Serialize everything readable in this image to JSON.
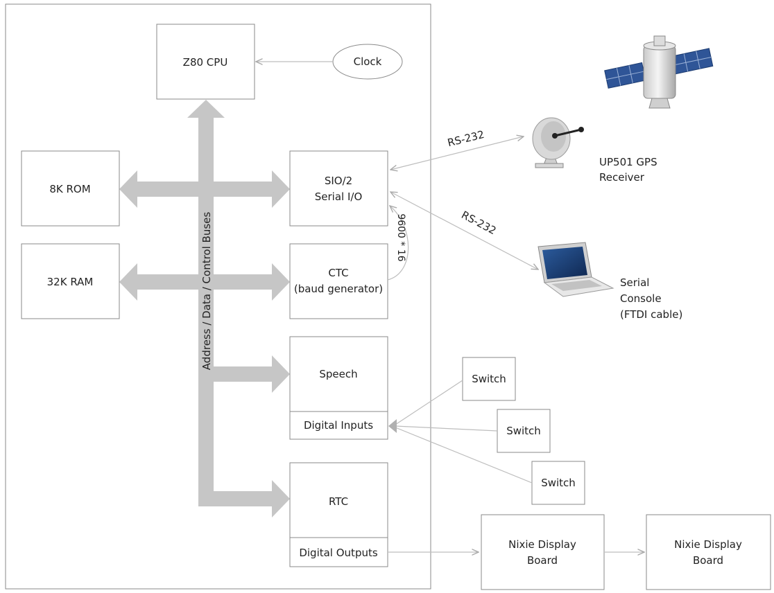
{
  "nodes": {
    "cpu": "Z80 CPU",
    "clock": "Clock",
    "rom": "8K ROM",
    "ram": "32K RAM",
    "sio_line1": "SIO/2",
    "sio_line2": "Serial I/O",
    "ctc_line1": "CTC",
    "ctc_line2": "(baud generator)",
    "speech": "Speech",
    "digital_inputs": "Digital Inputs",
    "rtc": "RTC",
    "digital_outputs": "Digital Outputs",
    "switch_1": "Switch",
    "switch_2": "Switch",
    "switch_3": "Switch",
    "nixie_1_line1": "Nixie Display",
    "nixie_1_line2": "Board",
    "nixie_2_line1": "Nixie Display",
    "nixie_2_line2": "Board",
    "gps_line1": "UP501 GPS",
    "gps_line2": "Receiver",
    "console_line1": "Serial",
    "console_line2": "Console",
    "console_line3": "(FTDI cable)"
  },
  "edges": {
    "gps_link_label": "RS-232",
    "console_link_label": "RS-232",
    "baud_clock_label": "9600 * 16"
  },
  "bus_label": "Address / Data / Control Buses",
  "icons": [
    "satellite-icon",
    "gps-dish-icon",
    "laptop-icon"
  ],
  "colors": {
    "bus": "#c6c6c6",
    "box_stroke": "#8a8a8a",
    "connector": "#bdbdbd",
    "satellite_panel": "#2f5597",
    "laptop_screen": "#1f3d73"
  }
}
